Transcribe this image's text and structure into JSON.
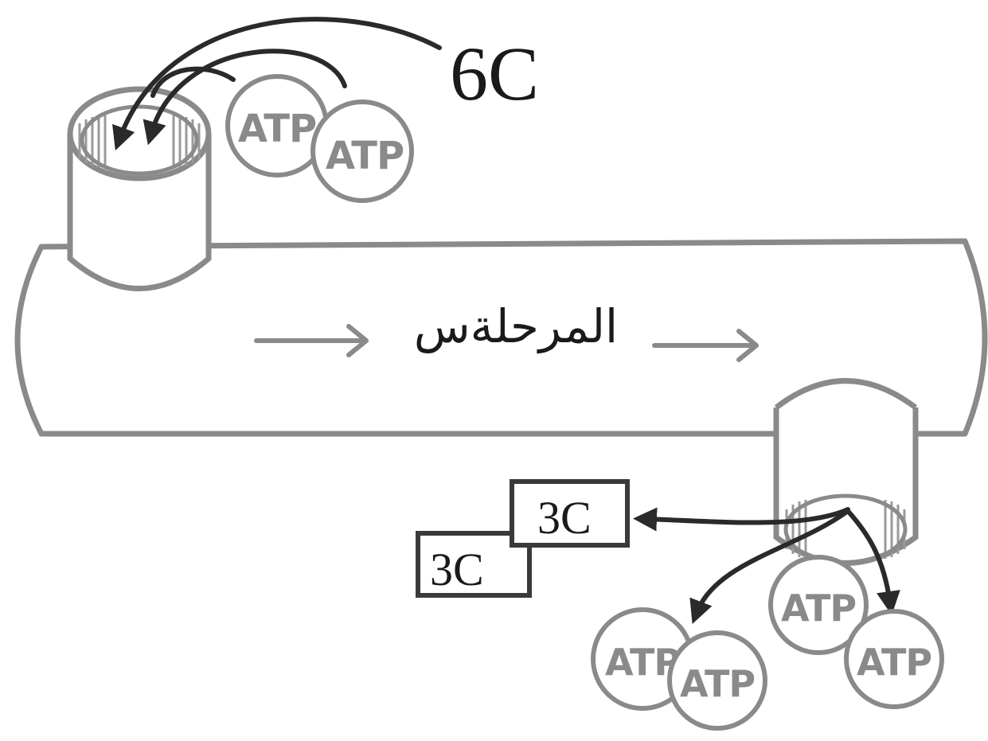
{
  "labels": {
    "input_molecule": "6C",
    "stage_label": "المرحلةس",
    "output_molecule_1": "3C",
    "output_molecule_2": "3C"
  },
  "atp": {
    "input": [
      "ATP",
      "ATP"
    ],
    "output": [
      "ATP",
      "ATP",
      "ATP",
      "ATP"
    ]
  },
  "colors": {
    "outline": "#8a8a8a",
    "ink": "#1a1a1a",
    "tube_fill": "#ffffff"
  }
}
